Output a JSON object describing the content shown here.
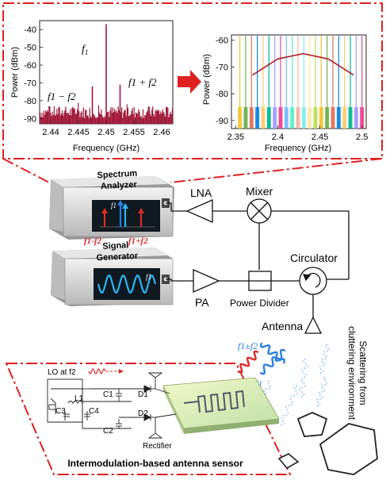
{
  "colors": {
    "red_dash": "#e02020",
    "left_spectrum": "#a01838",
    "envelope": "#b0202a",
    "device_body": "#d0d0d0",
    "screen": "#101820",
    "wave_cyan": "#29b6f6",
    "arrow_red": "#e02a2a",
    "arrow_blue": "#2a7fe0",
    "sensor_green": "#c8e6a0"
  },
  "top_left_chart": {
    "ylabel": "Power (dBm)",
    "xlabel": "Frequency (GHz)",
    "y_ticks": [
      "-40",
      "-50",
      "-60",
      "-70",
      "-80",
      "-90"
    ],
    "x_ticks": [
      "2.44",
      "2.445",
      "2.45",
      "2.455",
      "2.46"
    ],
    "ann_f1": "f",
    "ann_f1_sub": "1",
    "ann_diff": "f1 − f2",
    "ann_sum": "f1 + f2"
  },
  "top_right_chart": {
    "ylabel": "Power (dBm)",
    "xlabel": "Frequency (GHz)",
    "y_ticks": [
      "-60",
      "-70",
      "-80",
      "-90"
    ],
    "x_ticks": [
      "2.35",
      "2.4",
      "2.45",
      "2.5"
    ]
  },
  "chart_data": [
    {
      "type": "line",
      "xlabel": "Frequency (GHz)",
      "ylabel": "Power (dBm)",
      "xlim": [
        2.438,
        2.462
      ],
      "ylim": [
        -93,
        -35
      ],
      "x_ticks": [
        2.44,
        2.445,
        2.45,
        2.455,
        2.46
      ],
      "y_ticks": [
        -40,
        -50,
        -60,
        -70,
        -80,
        -90
      ],
      "series": [
        {
          "values_x": [
            2.4475,
            2.45,
            2.4525
          ],
          "values_y": [
            -72,
            -37,
            -71
          ]
        }
      ]
    },
    {
      "type": "line",
      "xlabel": "Frequency (GHz)",
      "ylabel": "Power (dBm)",
      "xlim": [
        2.345,
        2.505
      ],
      "ylim": [
        -93,
        -58
      ],
      "x_ticks": [
        2.35,
        2.4,
        2.45,
        2.5
      ],
      "y_ticks": [
        -60,
        -70,
        -80,
        -90
      ],
      "series": [
        {
          "x": [
            2.37,
            2.4,
            2.43,
            2.46,
            2.49
          ],
          "y": [
            -73,
            -67,
            -65,
            -67,
            -73
          ]
        }
      ]
    }
  ],
  "devices": {
    "spectrum_title_1": "Spectrum",
    "spectrum_title_2": "Analyzer",
    "signal_title_1": "Signal",
    "signal_title_2": "Generator",
    "label_f1_minus_f2": "f1-f2",
    "label_f1_plus_f2": "f1+f2",
    "screen_f1": "f1"
  },
  "blocks": {
    "lna": "LNA",
    "mixer": "Mixer",
    "circulator": "Circulator",
    "pa": "PA",
    "power_divider": "Power Divider",
    "antenna": "Antenna",
    "scattering_1": "Scattering from",
    "scattering_2": "cluttering environment"
  },
  "wireless": {
    "f1_pm_f2": "f1±f2",
    "f1": "f1"
  },
  "circuit": {
    "lo": "LO at f2",
    "l1": "L1",
    "c1": "C1",
    "c2": "C2",
    "c3": "C3",
    "c4": "C4",
    "d1": "D1",
    "d2": "D2",
    "rectifier": "Rectifier"
  },
  "caption": "Intermodulation-based antenna sensor"
}
